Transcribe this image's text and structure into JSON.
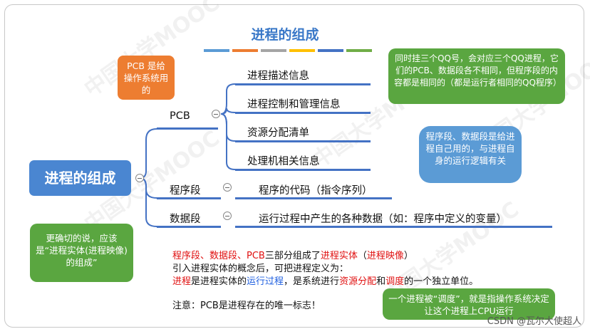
{
  "title": "进程的组成",
  "color_bar": [
    "#5b9bd5",
    "#ed7d31",
    "#a5a5a5",
    "#ffc000",
    "#4472c4",
    "#70ad47"
  ],
  "watermark": "中国大学MOOC",
  "root": {
    "label": "进程的组成",
    "color": "#4a86d1"
  },
  "branches": {
    "pcb": {
      "label": "PCB",
      "children": [
        "进程描述信息",
        "进程控制和管理信息",
        "资源分配清单",
        "处理机相关信息"
      ]
    },
    "program": {
      "label": "程序段",
      "child": "程序的代码（指令序列）"
    },
    "data": {
      "label": "数据段",
      "child": "运行过程中产生的各种数据（如：程序中定义的变量）"
    }
  },
  "callouts": {
    "pcb_note": "PCB 是给操作系统用的",
    "qq_note": "同时挂三个QQ号，会对应三个QQ进程，它们的PCB、数据段各不相同，但程序段的内容都是相同的（都是运行者相同的QQ程序）",
    "segment_note": "程序段、数据段是给进程自己用的，与进程自身的运行逻辑有关",
    "entity_note": "更确切的说，应该是“进程实体(进程映像)的组成”",
    "schedule_note": "一个进程被“调度”，就是指操作系统决定让这个进程上CPU运行"
  },
  "text": {
    "line1": {
      "red1": "程序段、数据段、PCB",
      "mid1": "三部分组成了",
      "red2": "进程实体",
      "mid2": "（",
      "red3": "进程映像",
      "end": "）"
    },
    "line2": "引入进程实体的概念后，可把进程定义为：",
    "line3": {
      "red1": "进程",
      "mid1": "是进程实体的",
      "blue1": "运行过程",
      "mid2": "，是系统进行",
      "red2": "资源分配",
      "mid3": "和",
      "red3": "调度",
      "end": "的一个独立单位。"
    },
    "note": "注意：PCB是进程存在的唯一标志！"
  },
  "footer": "CSDN @瓦尔大使超人"
}
